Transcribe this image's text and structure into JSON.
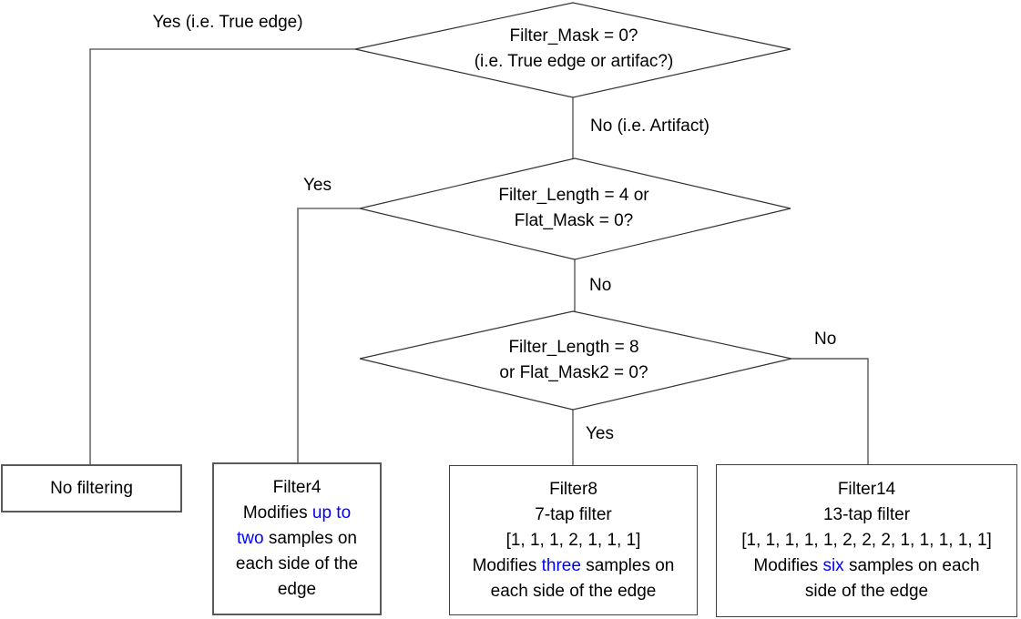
{
  "colors": {
    "highlight_blue": "#0000ff"
  },
  "decisions": {
    "d1": {
      "line1": "Filter_Mask = 0?",
      "line2": "(i.e. True edge or artifac?)"
    },
    "d2": {
      "line1": "Filter_Length = 4 or",
      "line2": "Flat_Mask = 0?"
    },
    "d3": {
      "line1": "Filter_Length = 8",
      "line2": "or Flat_Mask2 = 0?"
    }
  },
  "edge_labels": {
    "d1_yes": "Yes (i.e. True edge)",
    "d1_no": "No (i.e. Artifact)",
    "d2_yes": "Yes",
    "d2_no": "No",
    "d3_no": "No",
    "d3_yes": "Yes"
  },
  "boxes": {
    "no_filtering": {
      "lines": [
        [
          {
            "t": "No filtering"
          }
        ]
      ]
    },
    "filter4": {
      "lines": [
        [
          {
            "t": "Filter4"
          }
        ],
        [
          {
            "t": "Modifies "
          },
          {
            "t": "up to",
            "c": "highlight_blue"
          }
        ],
        [
          {
            "t": "two",
            "c": "highlight_blue"
          },
          {
            "t": " samples on"
          }
        ],
        [
          {
            "t": "each side of the"
          }
        ],
        [
          {
            "t": "edge"
          }
        ]
      ]
    },
    "filter8": {
      "lines": [
        [
          {
            "t": "Filter8"
          }
        ],
        [
          {
            "t": "7-tap filter"
          }
        ],
        [
          {
            "t": "[1, 1, 1, 2, 1, 1, 1]"
          }
        ],
        [
          {
            "t": "Modifies "
          },
          {
            "t": "three",
            "c": "highlight_blue"
          },
          {
            "t": " samples on"
          }
        ],
        [
          {
            "t": "each side of the edge"
          }
        ]
      ]
    },
    "filter14": {
      "lines": [
        [
          {
            "t": "Filter14"
          }
        ],
        [
          {
            "t": "13-tap filter"
          }
        ],
        [
          {
            "t": "[1, 1, 1, 1, 1, 2, 2, 2, 1, 1, 1, 1, 1]"
          }
        ],
        [
          {
            "t": "Modifies "
          },
          {
            "t": "six",
            "c": "highlight_blue"
          },
          {
            "t": " samples on each"
          }
        ],
        [
          {
            "t": "side of the edge"
          }
        ]
      ]
    }
  }
}
